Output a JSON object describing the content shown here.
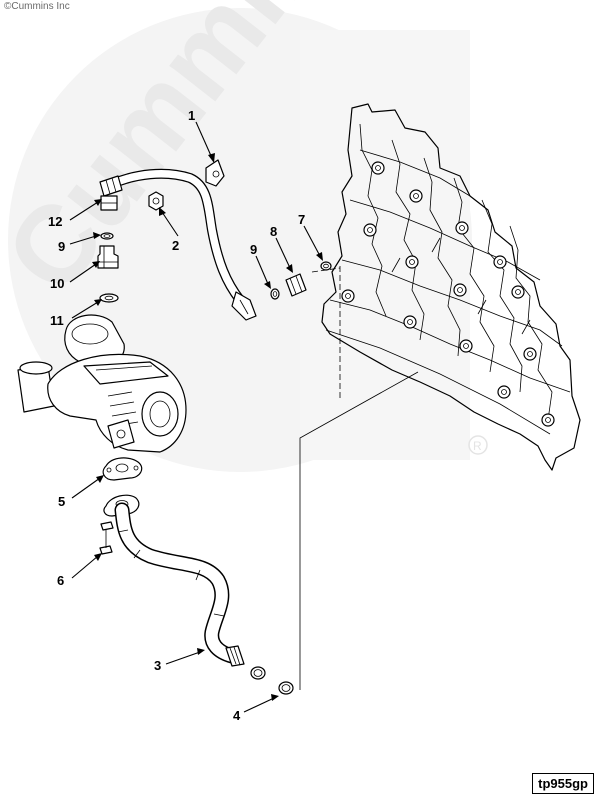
{
  "watermark": {
    "text": "Cummins",
    "color": "#f1f1f1"
  },
  "copyright": "©Cummins Inc",
  "figure_code": "tp955gp",
  "callouts": [
    {
      "id": "c1",
      "label": "1"
    },
    {
      "id": "c2",
      "label": "2"
    },
    {
      "id": "c3",
      "label": "3"
    },
    {
      "id": "c4",
      "label": "4"
    },
    {
      "id": "c5",
      "label": "5"
    },
    {
      "id": "c6",
      "label": "6"
    },
    {
      "id": "c7",
      "label": "7"
    },
    {
      "id": "c8",
      "label": "8"
    },
    {
      "id": "c9a",
      "label": "9"
    },
    {
      "id": "c9b",
      "label": "9"
    },
    {
      "id": "c10",
      "label": "10"
    },
    {
      "id": "c11",
      "label": "11"
    },
    {
      "id": "c12",
      "label": "12"
    }
  ]
}
